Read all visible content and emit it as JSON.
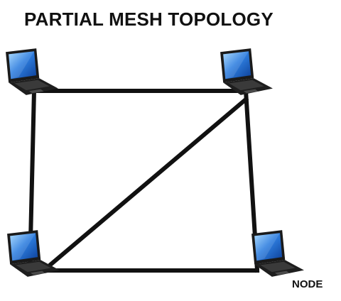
{
  "title": "PARTIAL MESH TOPOLOGY",
  "node_label": "NODE",
  "nodes": [
    {
      "id": "top-left",
      "icon": "laptop-icon"
    },
    {
      "id": "top-right",
      "icon": "laptop-icon"
    },
    {
      "id": "bottom-left",
      "icon": "laptop-icon"
    },
    {
      "id": "bottom-right",
      "icon": "laptop-icon"
    }
  ],
  "links": [
    {
      "from": "top-left",
      "to": "top-right"
    },
    {
      "from": "top-left",
      "to": "bottom-left"
    },
    {
      "from": "top-right",
      "to": "bottom-right"
    },
    {
      "from": "bottom-left",
      "to": "bottom-right"
    },
    {
      "from": "top-right",
      "to": "bottom-left"
    }
  ],
  "colors": {
    "link": "#111111",
    "screen": "#1a5fc8",
    "screen_highlight": "#7fc4ff",
    "laptop_body": "#1a1a1a",
    "laptop_keys": "#3a3a3a"
  }
}
